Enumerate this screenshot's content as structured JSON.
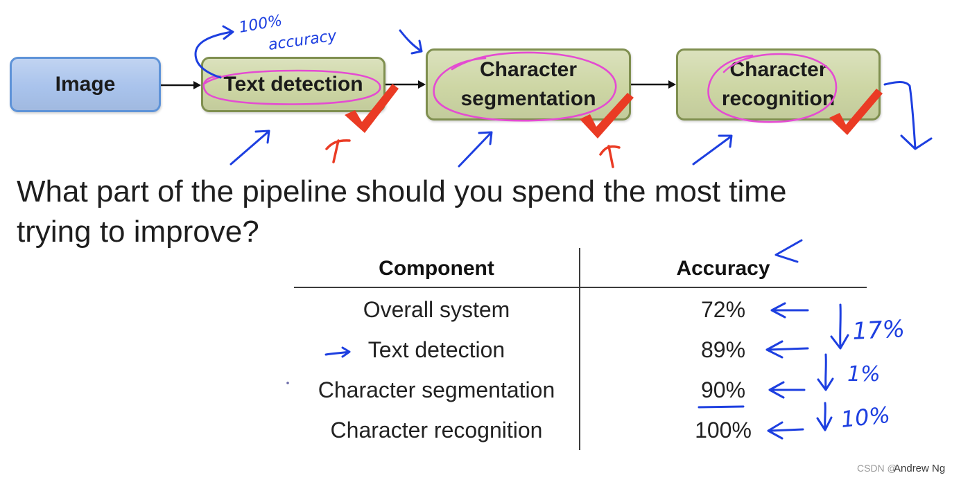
{
  "pipeline": {
    "stages": [
      {
        "lines": [
          "Image"
        ]
      },
      {
        "lines": [
          "Text detection"
        ]
      },
      {
        "lines": [
          "Character",
          "segmentation"
        ]
      },
      {
        "lines": [
          "Character",
          "recognition"
        ]
      }
    ]
  },
  "question": {
    "lines": [
      "What part of the pipeline should you spend the most time",
      "trying to improve?"
    ]
  },
  "table": {
    "headers": [
      "Component",
      "Accuracy"
    ],
    "rows": [
      {
        "component": "Overall system",
        "accuracy": "72%"
      },
      {
        "component": "Text detection",
        "accuracy": "89%"
      },
      {
        "component": "Character segmentation",
        "accuracy": "90%"
      },
      {
        "component": "Character recognition",
        "accuracy": "100%"
      }
    ]
  },
  "annotations": {
    "top_note": [
      "100%",
      "accuracy"
    ],
    "drops": [
      "17%",
      "1%",
      "10%"
    ]
  },
  "footer": {
    "watermark": "CSDN @",
    "author": "Andrew Ng"
  },
  "colors": {
    "image_box_fill": "#a9c3ec",
    "image_box_border": "#5e93d8",
    "stage_box_fill": "#cdd6a4",
    "stage_box_border": "#7f8f4f",
    "ink_blue": "#1d3fe0",
    "ink_red": "#ea3b24",
    "ink_magenta": "#e44bd2",
    "text": "#1b1b1b"
  }
}
